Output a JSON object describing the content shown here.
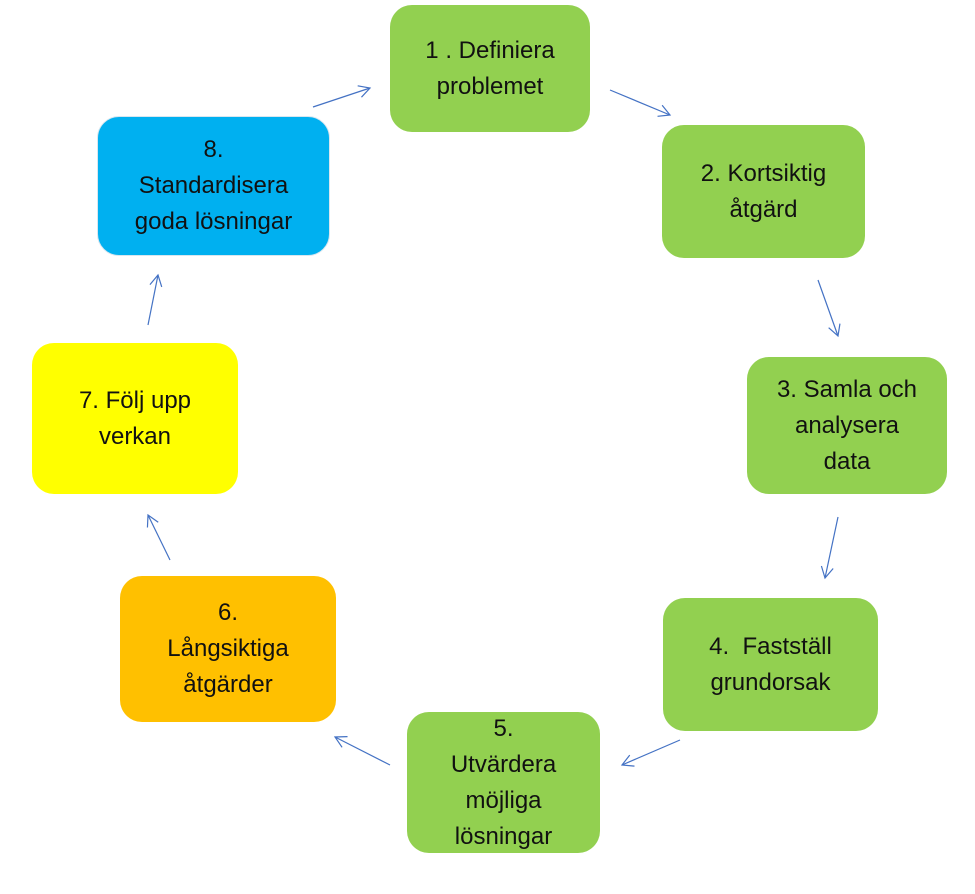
{
  "colors": {
    "green": "#92D050",
    "blue": "#00B0F0",
    "yellow": "#FFFF00",
    "orange": "#FFC000",
    "arrow": "#4472C4"
  },
  "steps": [
    {
      "lines": [
        "1 . Definiera",
        "problemet"
      ]
    },
    {
      "lines": [
        "2. Kortsiktig",
        "åtgärd"
      ]
    },
    {
      "lines": [
        "3. Samla och",
        "analysera",
        "data"
      ]
    },
    {
      "lines": [
        "4.  Fastställ",
        "grundorsak"
      ]
    },
    {
      "lines": [
        "5.",
        "Utvärdera",
        "möjliga",
        "lösningar"
      ]
    },
    {
      "lines": [
        "6.",
        "Långsiktiga",
        "åtgärder"
      ]
    },
    {
      "lines": [
        "7. Följ upp",
        "verkan"
      ]
    },
    {
      "lines": [
        "8.",
        "Standardisera",
        "goda lösningar"
      ]
    }
  ]
}
